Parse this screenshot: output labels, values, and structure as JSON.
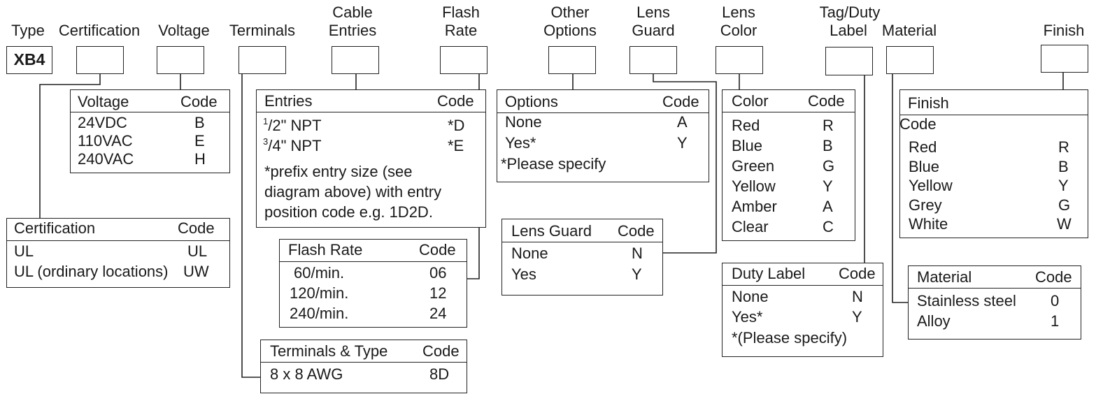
{
  "headers": {
    "type": "Type",
    "certification": "Certification",
    "voltage": "Voltage",
    "terminals": "Terminals",
    "cable_entries": [
      "Cable",
      "Entries"
    ],
    "flash_rate": [
      "Flash",
      "Rate"
    ],
    "other_options": [
      "Other",
      "Options"
    ],
    "lens_guard": [
      "Lens",
      "Guard"
    ],
    "lens_color": [
      "Lens",
      "Color"
    ],
    "tag_duty_label": [
      "Tag/Duty",
      "Label"
    ],
    "material": "Material",
    "finish": "Finish"
  },
  "type_code": "XB4",
  "voltage_table": {
    "title": "Voltage",
    "code_header": "Code",
    "rows": [
      {
        "label": "24VDC",
        "code": "B"
      },
      {
        "label": "110VAC",
        "code": "E"
      },
      {
        "label": "240VAC",
        "code": "H"
      }
    ]
  },
  "certification_table": {
    "title": "Certification",
    "code_header": "Code",
    "rows": [
      {
        "label": "UL",
        "code": "UL"
      },
      {
        "label": "UL (ordinary locations)",
        "code": "UW"
      }
    ]
  },
  "entries_table": {
    "title": "Entries",
    "code_header": "Code",
    "rows": [
      {
        "num": "1",
        "den": "2",
        "label": "\" NPT",
        "code": "*D"
      },
      {
        "num": "3",
        "den": "4",
        "label": "\" NPT",
        "code": "*E"
      }
    ],
    "note": [
      "*prefix entry size (see",
      "diagram above) with entry",
      "position code e.g. 1D2D."
    ]
  },
  "flash_rate_table": {
    "title": "Flash Rate",
    "code_header": "Code",
    "rows": [
      {
        "label": "60/min.",
        "code": "06"
      },
      {
        "label": "120/min.",
        "code": "12"
      },
      {
        "label": "240/min.",
        "code": "24"
      }
    ]
  },
  "terminals_table": {
    "title": "Terminals & Type",
    "code_header": "Code",
    "rows": [
      {
        "label": "8 x 8 AWG",
        "code": "8D"
      }
    ]
  },
  "options_table": {
    "title": "Options",
    "code_header": "Code",
    "rows": [
      {
        "label": "None",
        "code": "A"
      },
      {
        "label": "Yes*",
        "code": "Y"
      }
    ],
    "note": "*Please specify"
  },
  "lens_guard_table": {
    "title": "Lens Guard",
    "code_header": "Code",
    "rows": [
      {
        "label": "None",
        "code": "N"
      },
      {
        "label": "Yes",
        "code": "Y"
      }
    ]
  },
  "color_table": {
    "title": "Color",
    "code_header": "Code",
    "rows": [
      {
        "label": "Red",
        "code": "R"
      },
      {
        "label": "Blue",
        "code": "B"
      },
      {
        "label": "Green",
        "code": "G"
      },
      {
        "label": "Yellow",
        "code": "Y"
      },
      {
        "label": "Amber",
        "code": "A"
      },
      {
        "label": "Clear",
        "code": "C"
      }
    ]
  },
  "duty_label_table": {
    "title": "Duty Label",
    "code_header": "Code",
    "rows": [
      {
        "label": "None",
        "code": "N"
      },
      {
        "label": "Yes*",
        "code": "Y"
      }
    ],
    "note": "*(Please specify)"
  },
  "finish_table": {
    "title": "Finish",
    "code_header": "Code",
    "rows": [
      {
        "label": "Red",
        "code": "R"
      },
      {
        "label": "Blue",
        "code": "B"
      },
      {
        "label": "Yellow",
        "code": "Y"
      },
      {
        "label": "Grey",
        "code": "G"
      },
      {
        "label": "White",
        "code": "W"
      }
    ]
  },
  "material_table": {
    "title": "Material",
    "code_header": "Code",
    "rows": [
      {
        "label": "Stainless steel",
        "code": "0"
      },
      {
        "label": "Alloy",
        "code": "1"
      }
    ]
  }
}
